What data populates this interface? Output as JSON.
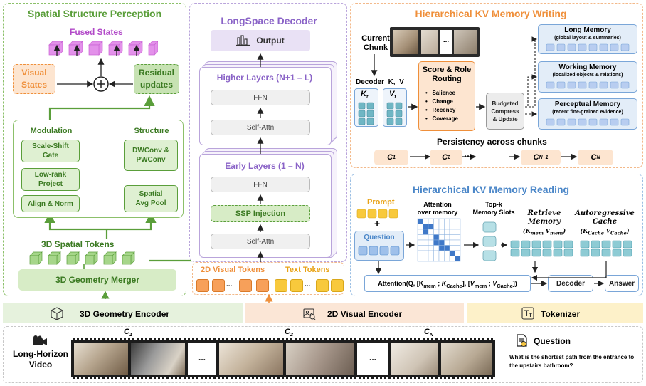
{
  "ssp": {
    "title": "Spatial Structure Perception",
    "fused_states": "Fused States",
    "visual_states": "Visual\nStates",
    "residual_updates": "Residual\nupdates",
    "modulation": "Modulation",
    "structure": "Structure",
    "scale_shift": "Scale-Shift\nGate",
    "low_rank": "Low-rank\nProject",
    "align_norm": "Align & Norm",
    "dwconv": "DWConv &\nPWConv",
    "spatial_pool": "Spatial\nAvg Pool",
    "spatial_tokens": "3D Spatial Tokens",
    "geometry_merger": "3D Geometry Merger"
  },
  "decoder": {
    "title": "LongSpace Decoder",
    "output": "Output",
    "higher_layers": "Higher Layers (N+1 – L)",
    "early_layers": "Early Layers (1 – N)",
    "ffn": "FFN",
    "self_attn": "Self-Attn",
    "ssp_injection": "SSP Injection",
    "visual_tokens": "2D Visual Tokens",
    "text_tokens": "Text Tokens",
    "ellipsis": "..."
  },
  "writing": {
    "title": "Hierarchical KV Memory Writing",
    "current_chunk": "Current\nChunk",
    "decoder_kv": "Decoder  K,  V",
    "kt": "K",
    "vt": "V",
    "t_sub": "t",
    "score_title": "Score & Role\nRouting",
    "score_items": [
      "Salience",
      "Change",
      "Recency",
      "Coverage"
    ],
    "budget": "Budgeted\nCompress\n& Update",
    "long_memory": "Long Memory",
    "long_desc": "(global layout & summaries)",
    "working_memory": "Working Memory",
    "working_desc": "(localized objects & relations)",
    "perceptual_memory": "Perceptual Memory",
    "perceptual_desc": "(recent fine-grained evidence)",
    "persistency": "Persistency across chunks",
    "chunks": [
      "C",
      "C",
      "C",
      "C"
    ],
    "chunk_subs": [
      "1",
      "2",
      "N−1",
      "N"
    ],
    "dots": "⋯"
  },
  "reading": {
    "title": "Hierarchical KV Memory Reading",
    "prompt": "Prompt",
    "plus": "+",
    "question": "Question",
    "attention_over": "Attention\nover memory",
    "topk": "Top-k\nMemory Slots",
    "retrieve": "Retrieve\nMemory",
    "retrieve_kv": "(K",
    "autoregressive": "Autoregressive\nCache",
    "attention_formula": "Attention(Q, [K",
    "decoder": "Decoder",
    "answer": "Answer"
  },
  "encoders": {
    "geometry": "3D Geometry Encoder",
    "visual": "2D Visual Encoder",
    "tokenizer": "Tokenizer"
  },
  "bottom": {
    "video_label": "Long-Horizon\nVideo",
    "c1": "C",
    "c1_sub": "1",
    "c2": "C",
    "c2_sub": "2",
    "cn": "C",
    "cn_sub": "N",
    "ellipsis": "...",
    "question_title": "Question",
    "question_text": "What is the shortest path from the entrance to the upstairs bathroom?"
  },
  "colors": {
    "green": "#5a9e3a",
    "green_fill": "#e8f3df",
    "purple": "#a98ed0",
    "purple_fill": "#f1ecf8",
    "orange": "#ef8f3a",
    "orange_fill": "#fde5d0",
    "blue": "#4a86c8",
    "blue_fill": "#dfe9f6",
    "yellow": "#f5c542"
  }
}
